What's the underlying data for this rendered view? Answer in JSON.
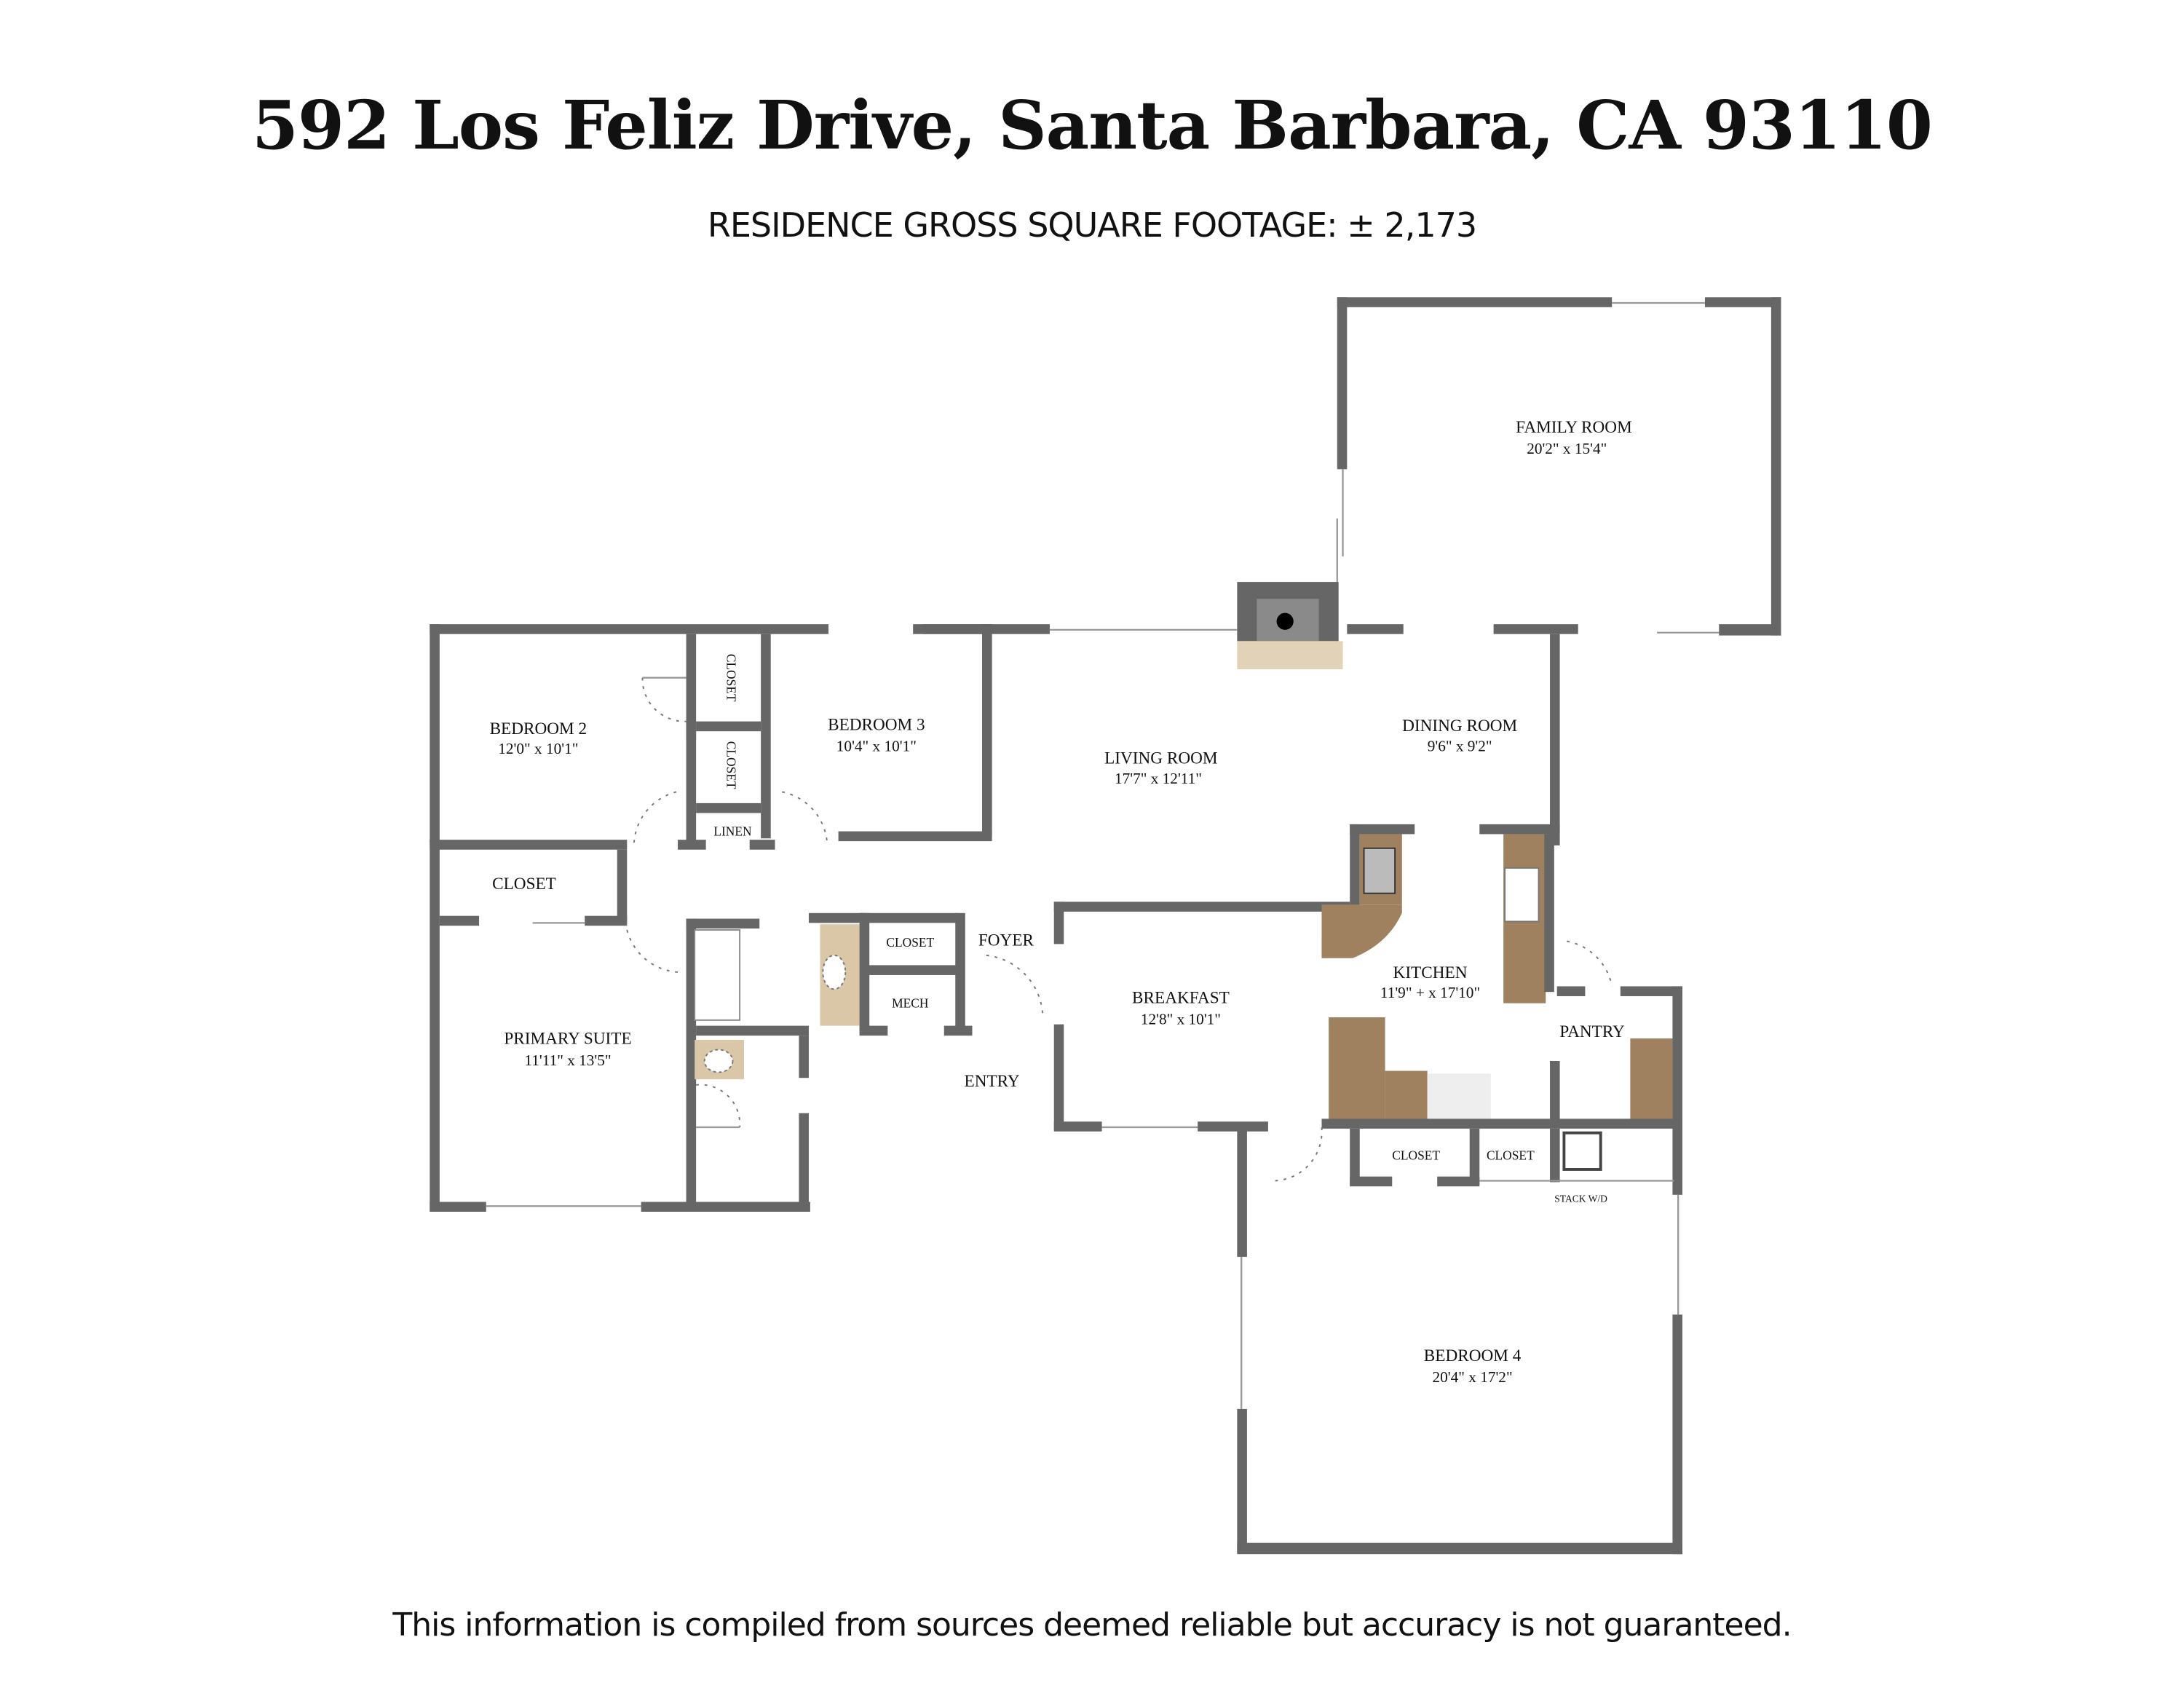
{
  "header": {
    "title": "592 Los Feliz Drive, Santa Barbara, CA 93110",
    "subtitle": "RESIDENCE GROSS SQUARE FOOTAGE: ± 2,173"
  },
  "rooms": {
    "family_room": {
      "name": "FAMILY ROOM",
      "dims": "20'2\" x 15'4\""
    },
    "bedroom_2": {
      "name": "BEDROOM 2",
      "dims": "12'0\" x 10'1\""
    },
    "bedroom_3": {
      "name": "BEDROOM 3",
      "dims": "10'4\" x 10'1\""
    },
    "living_room": {
      "name": "LIVING ROOM",
      "dims": "17'7\" x 12'11\""
    },
    "dining_room": {
      "name": "DINING ROOM",
      "dims": "9'6\" x 9'2\""
    },
    "kitchen": {
      "name": "KITCHEN",
      "dims": "11'9\" + x 17'10\""
    },
    "breakfast": {
      "name": "BREAKFAST",
      "dims": "12'8\" x 10'1\""
    },
    "primary_suite": {
      "name": "PRIMARY SUITE",
      "dims": "11'11\" x 13'5\""
    },
    "bedroom_4": {
      "name": "BEDROOM 4",
      "dims": "20'4\" x 17'2\""
    }
  },
  "labels": {
    "closet_primary": "CLOSET",
    "closet_bed2": "CLOSET",
    "closet_bed3": "CLOSET",
    "linen": "LINEN",
    "closet_hall": "CLOSET",
    "mech": "MECH",
    "foyer": "FOYER",
    "entry": "ENTRY",
    "pantry": "PANTRY",
    "closet_b4a": "CLOSET",
    "closet_b4b": "CLOSET",
    "stack_wd": "STACK W/D"
  },
  "colors": {
    "wall": "#666666",
    "counter": "#a0815f",
    "tile": "#d9c7a8",
    "hearth": "#e2d3b8"
  },
  "footer": {
    "disclaimer": "This information is compiled from sources deemed reliable but accuracy is not guaranteed."
  }
}
